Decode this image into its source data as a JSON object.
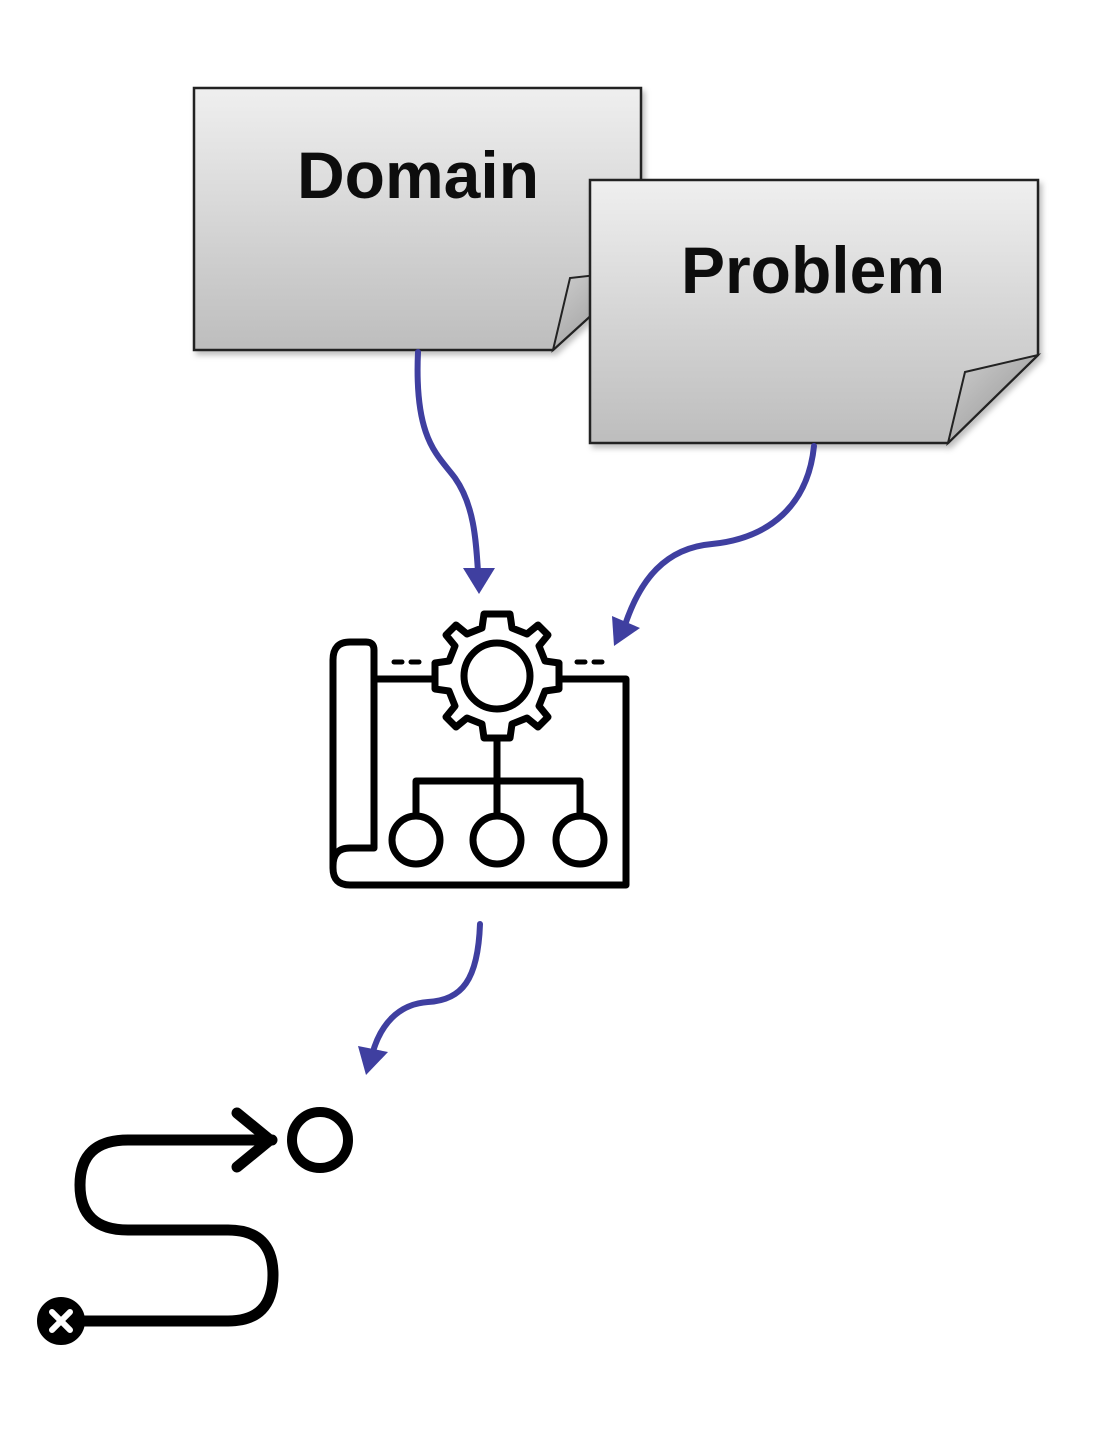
{
  "nodes": {
    "domain": {
      "label": "Domain",
      "icon": "document-icon"
    },
    "problem": {
      "label": "Problem",
      "icon": "document-icon"
    },
    "planner": {
      "icon": "gear-blueprint-icon"
    },
    "plan": {
      "icon": "route-path-icon"
    }
  },
  "edges": [
    {
      "from": "domain",
      "to": "planner"
    },
    {
      "from": "problem",
      "to": "planner"
    },
    {
      "from": "planner",
      "to": "plan"
    }
  ],
  "colors": {
    "arrow": "#3f3fa0",
    "document_border": "#222222",
    "document_fill_top": "#eeeeee",
    "document_fill_bottom": "#bfbfbf",
    "icon_stroke": "#000000"
  }
}
